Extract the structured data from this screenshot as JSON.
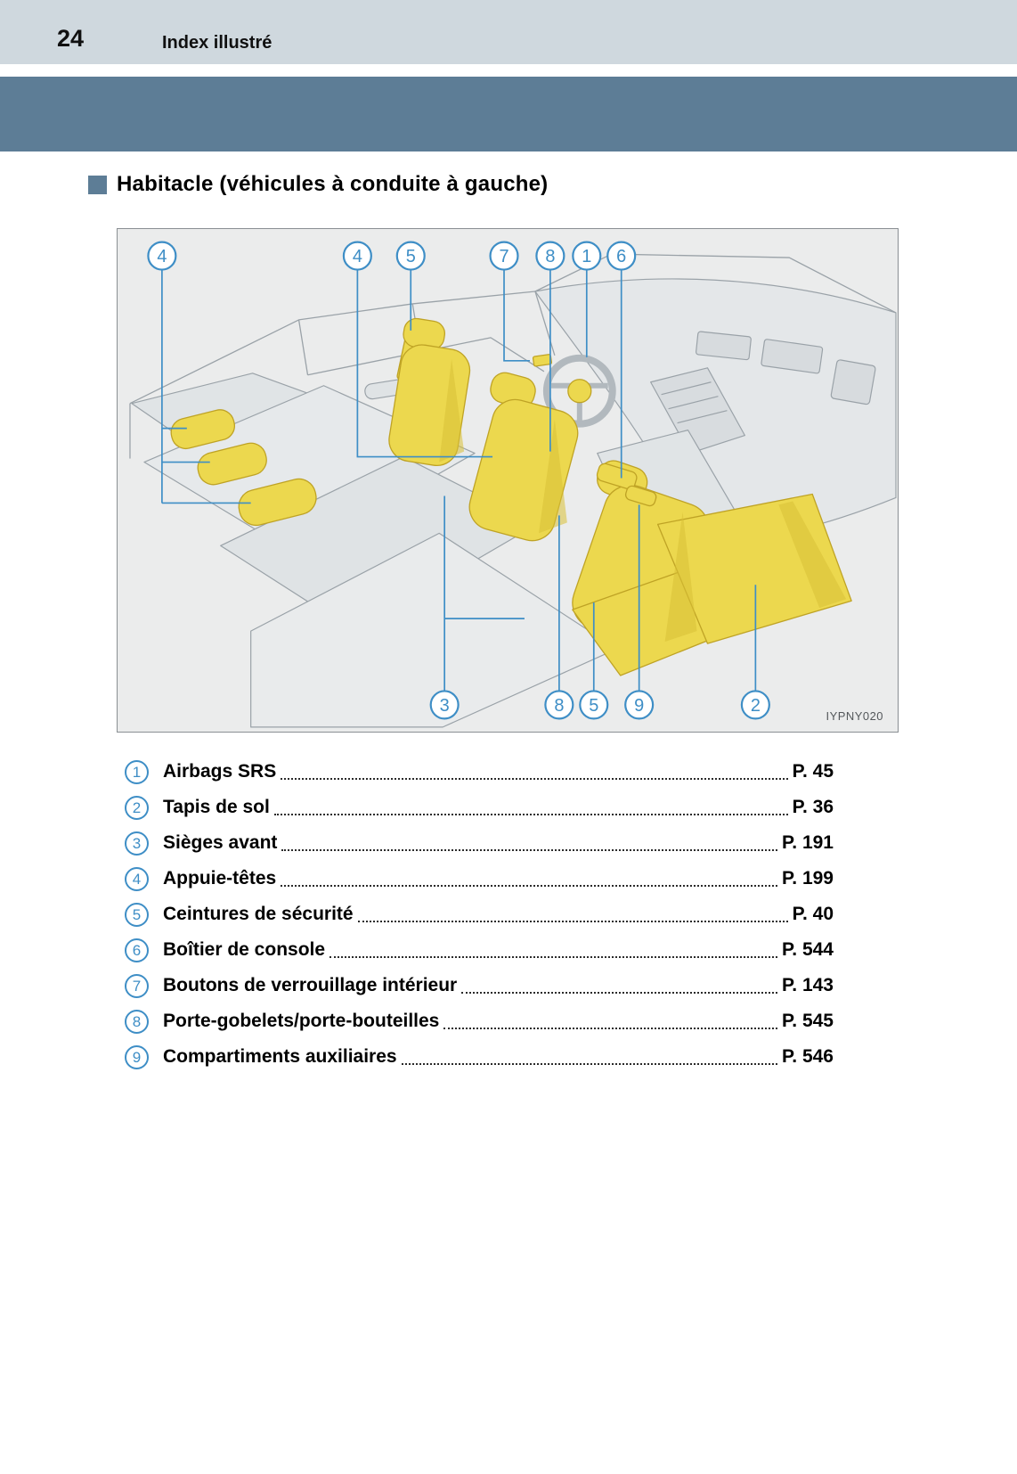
{
  "page": {
    "number": "24",
    "header_title": "Index illustré",
    "section_title": "Habitacle (véhicules à conduite à gauche)"
  },
  "illustration": {
    "figure_code": "IYPNY020",
    "callouts_top": [
      {
        "number": "4"
      },
      {
        "number": "4"
      },
      {
        "number": "5"
      },
      {
        "number": "7"
      },
      {
        "number": "8"
      },
      {
        "number": "1"
      },
      {
        "number": "6"
      }
    ],
    "callouts_bottom": [
      {
        "number": "3"
      },
      {
        "number": "8"
      },
      {
        "number": "5"
      },
      {
        "number": "9"
      },
      {
        "number": "2"
      }
    ]
  },
  "index": {
    "items": [
      {
        "number": "1",
        "label": "Airbags SRS",
        "page": "P. 45"
      },
      {
        "number": "2",
        "label": "Tapis de sol",
        "page": "P. 36"
      },
      {
        "number": "3",
        "label": "Sièges avant",
        "page": "P. 191"
      },
      {
        "number": "4",
        "label": "Appuie-têtes",
        "page": "P. 199"
      },
      {
        "number": "5",
        "label": "Ceintures de sécurité",
        "page": "P. 40"
      },
      {
        "number": "6",
        "label": "Boîtier de console",
        "page": "P. 544"
      },
      {
        "number": "7",
        "label": "Boutons de verrouillage intérieur",
        "page": "P. 143"
      },
      {
        "number": "8",
        "label": "Porte-gobelets/porte-bouteilles",
        "page": "P. 545"
      },
      {
        "number": "9",
        "label": "Compartiments auxiliaires",
        "page": "P. 546"
      }
    ]
  },
  "colors": {
    "header_band": "#cfd8de",
    "section_band": "#5d7d96",
    "callout_blue": "#3e8ec6",
    "highlight_yellow": "#ecd84e",
    "figure_background": "#ebecec"
  }
}
